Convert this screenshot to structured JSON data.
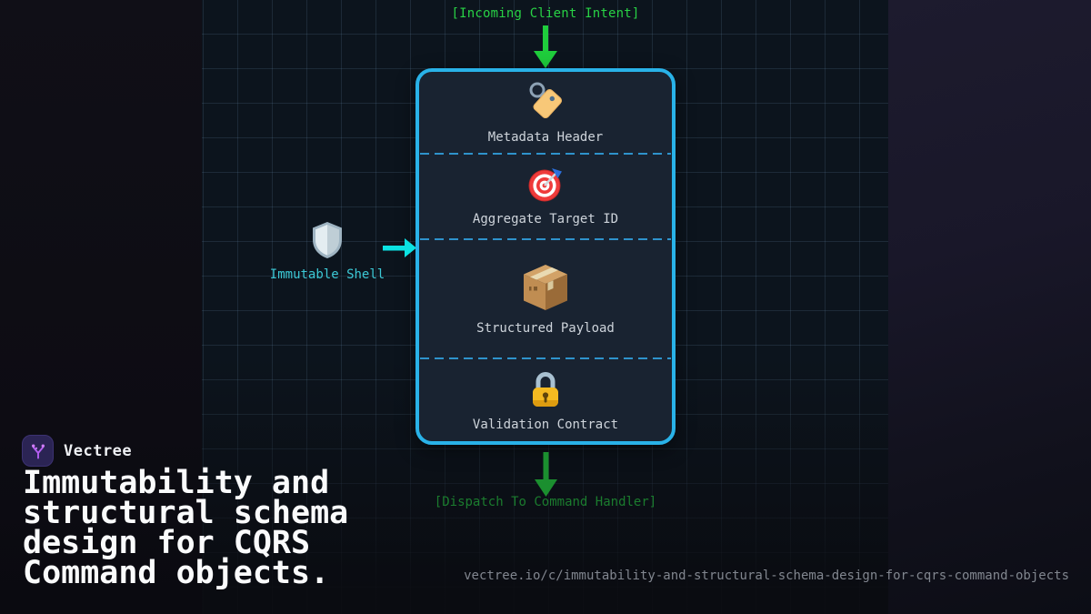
{
  "colors": {
    "box_border": "#29b2e8",
    "separator_dash": "#2e93cc",
    "incoming_green": "#28d245",
    "dispatch_green": "#1b7c2e",
    "shell_cyan": "#0be2e2",
    "shell_label_cyan": "#3cc9d6",
    "logo_purple": "#b55ef2",
    "grid_line": "#35506a"
  },
  "diagram": {
    "incoming_label": "[Incoming Client Intent]",
    "command_box": {
      "sections": [
        {
          "icon": "tag-icon",
          "label": "Metadata Header"
        },
        {
          "icon": "target-icon",
          "label": "Aggregate Target ID"
        },
        {
          "icon": "package-icon",
          "label": "Structured Payload"
        },
        {
          "icon": "lock-icon",
          "label": "Validation Contract"
        }
      ]
    },
    "shell": {
      "icon": "shield-icon",
      "label": "Immutable Shell"
    },
    "dispatch_label": "[Dispatch To Command Handler]"
  },
  "branding": {
    "name": "Vectree"
  },
  "title": "Immutability and structural schema design for CQRS Command objects.",
  "footer_url": "vectree.io/c/immutability-and-structural-schema-design-for-cqrs-command-objects"
}
